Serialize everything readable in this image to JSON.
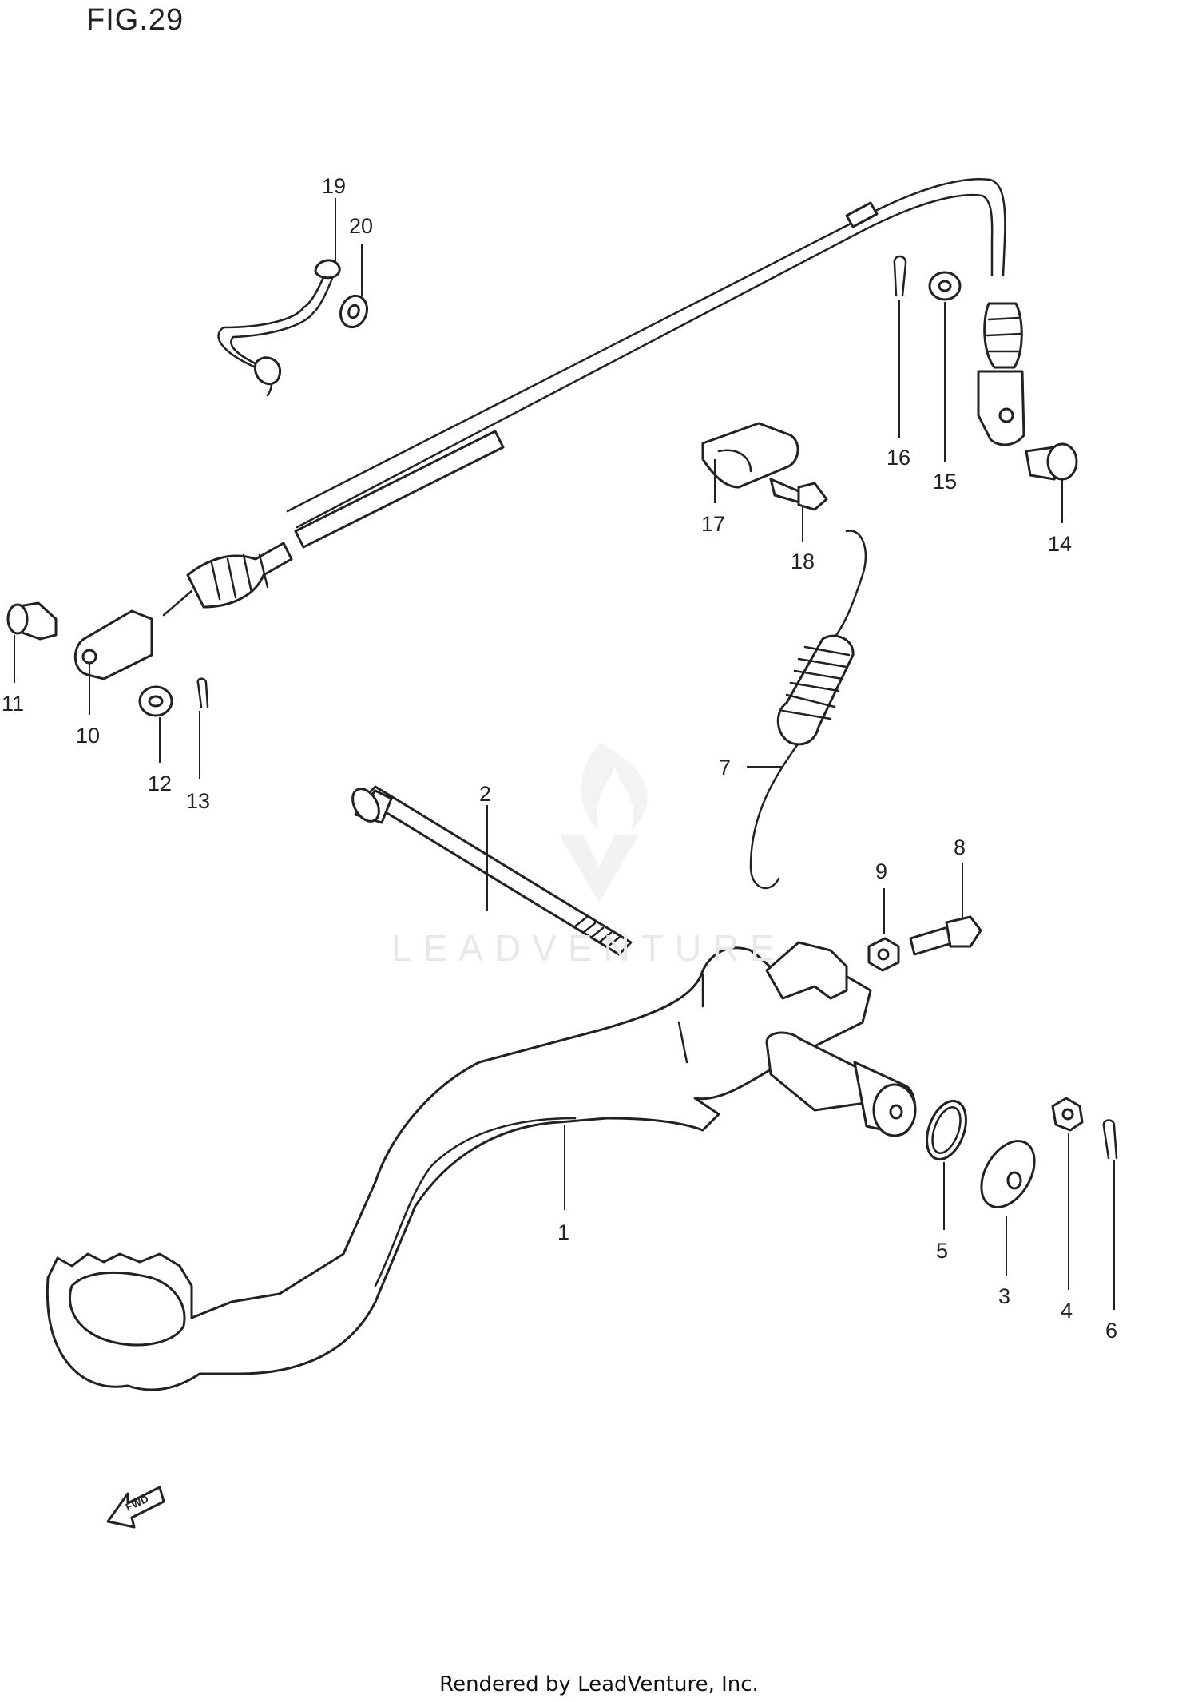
{
  "figure": {
    "title": "FIG.29"
  },
  "watermark": {
    "text": "LEADVENTURE"
  },
  "footer": {
    "text": "Rendered by LeadVenture, Inc."
  },
  "direction_arrow": {
    "label": "FWD"
  },
  "callouts": [
    "1",
    "2",
    "3",
    "4",
    "5",
    "6",
    "7",
    "8",
    "9",
    "10",
    "11",
    "12",
    "13",
    "14",
    "15",
    "16",
    "17",
    "18",
    "19",
    "20"
  ]
}
